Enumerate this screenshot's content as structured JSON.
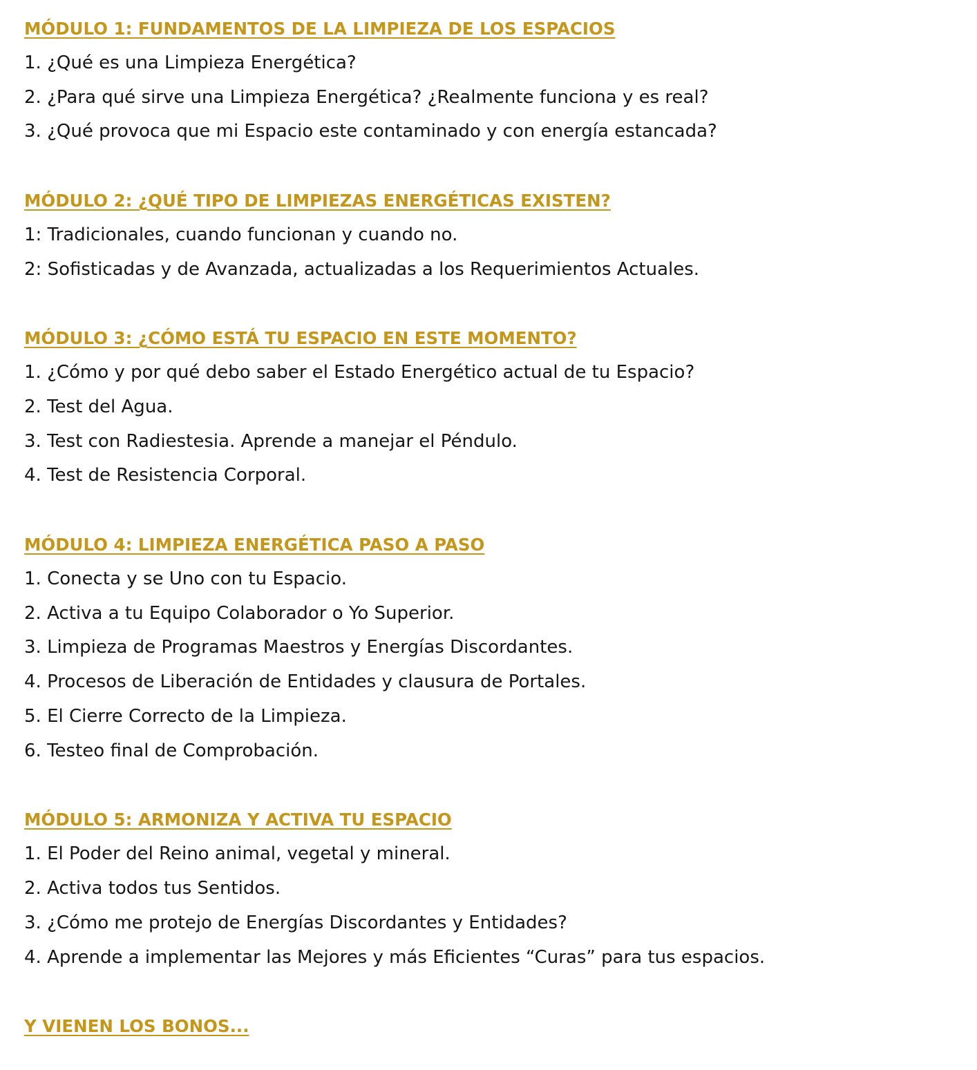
{
  "modules": [
    {
      "title": "MÓDULO 1: FUNDAMENTOS DE LA LIMPIEZA DE LOS ESPACIOS",
      "items": [
        "1. ¿Qué es una Limpieza Energética?",
        "2. ¿Para qué sirve una Limpieza Energética? ¿Realmente funciona y es real?",
        "3. ¿Qué provoca que mi Espacio este contaminado y con energía estancada?"
      ]
    },
    {
      "title": "MÓDULO 2: ¿QUÉ TIPO DE LIMPIEZAS ENERGÉTICAS EXISTEN?",
      "items": [
        "1: Tradicionales, cuando funcionan y cuando no.",
        "2: Sofisticadas y de Avanzada, actualizadas a los Requerimientos Actuales."
      ]
    },
    {
      "title": "MÓDULO 3: ¿CÓMO ESTÁ TU ESPACIO EN ESTE MOMENTO?",
      "items": [
        "1. ¿Cómo y por qué debo saber el Estado Energético actual de tu Espacio?",
        "2. Test del Agua.",
        "3. Test con Radiestesia. Aprende a manejar el Péndulo.",
        "4. Test de Resistencia Corporal."
      ]
    },
    {
      "title": "MÓDULO 4: LIMPIEZA ENERGÉTICA PASO A PASO",
      "items": [
        "1. Conecta y se Uno con tu Espacio.",
        "2. Activa a tu Equipo Colaborador o Yo Superior.",
        "3. Limpieza de Programas Maestros y Energías Discordantes.",
        "4. Procesos de Liberación de Entidades y clausura de Portales.",
        "5. El Cierre Correcto de la Limpieza.",
        "6. Testeo final de Comprobación."
      ]
    },
    {
      "title": "MÓDULO 5: ARMONIZA Y ACTIVA TU ESPACIO",
      "items": [
        "1. El Poder del Reino animal, vegetal y mineral.",
        "2. Activa todos tus Sentidos.",
        "3. ¿Cómo me protejo de Energías Discordantes y Entidades?",
        "4. Aprende a implementar las Mejores y más Eficientes “Curas” para tus espacios."
      ]
    }
  ],
  "closing": "Y VIENEN LOS BONOS...",
  "colors": {
    "heading": "#C4961A",
    "text": "#161616"
  }
}
